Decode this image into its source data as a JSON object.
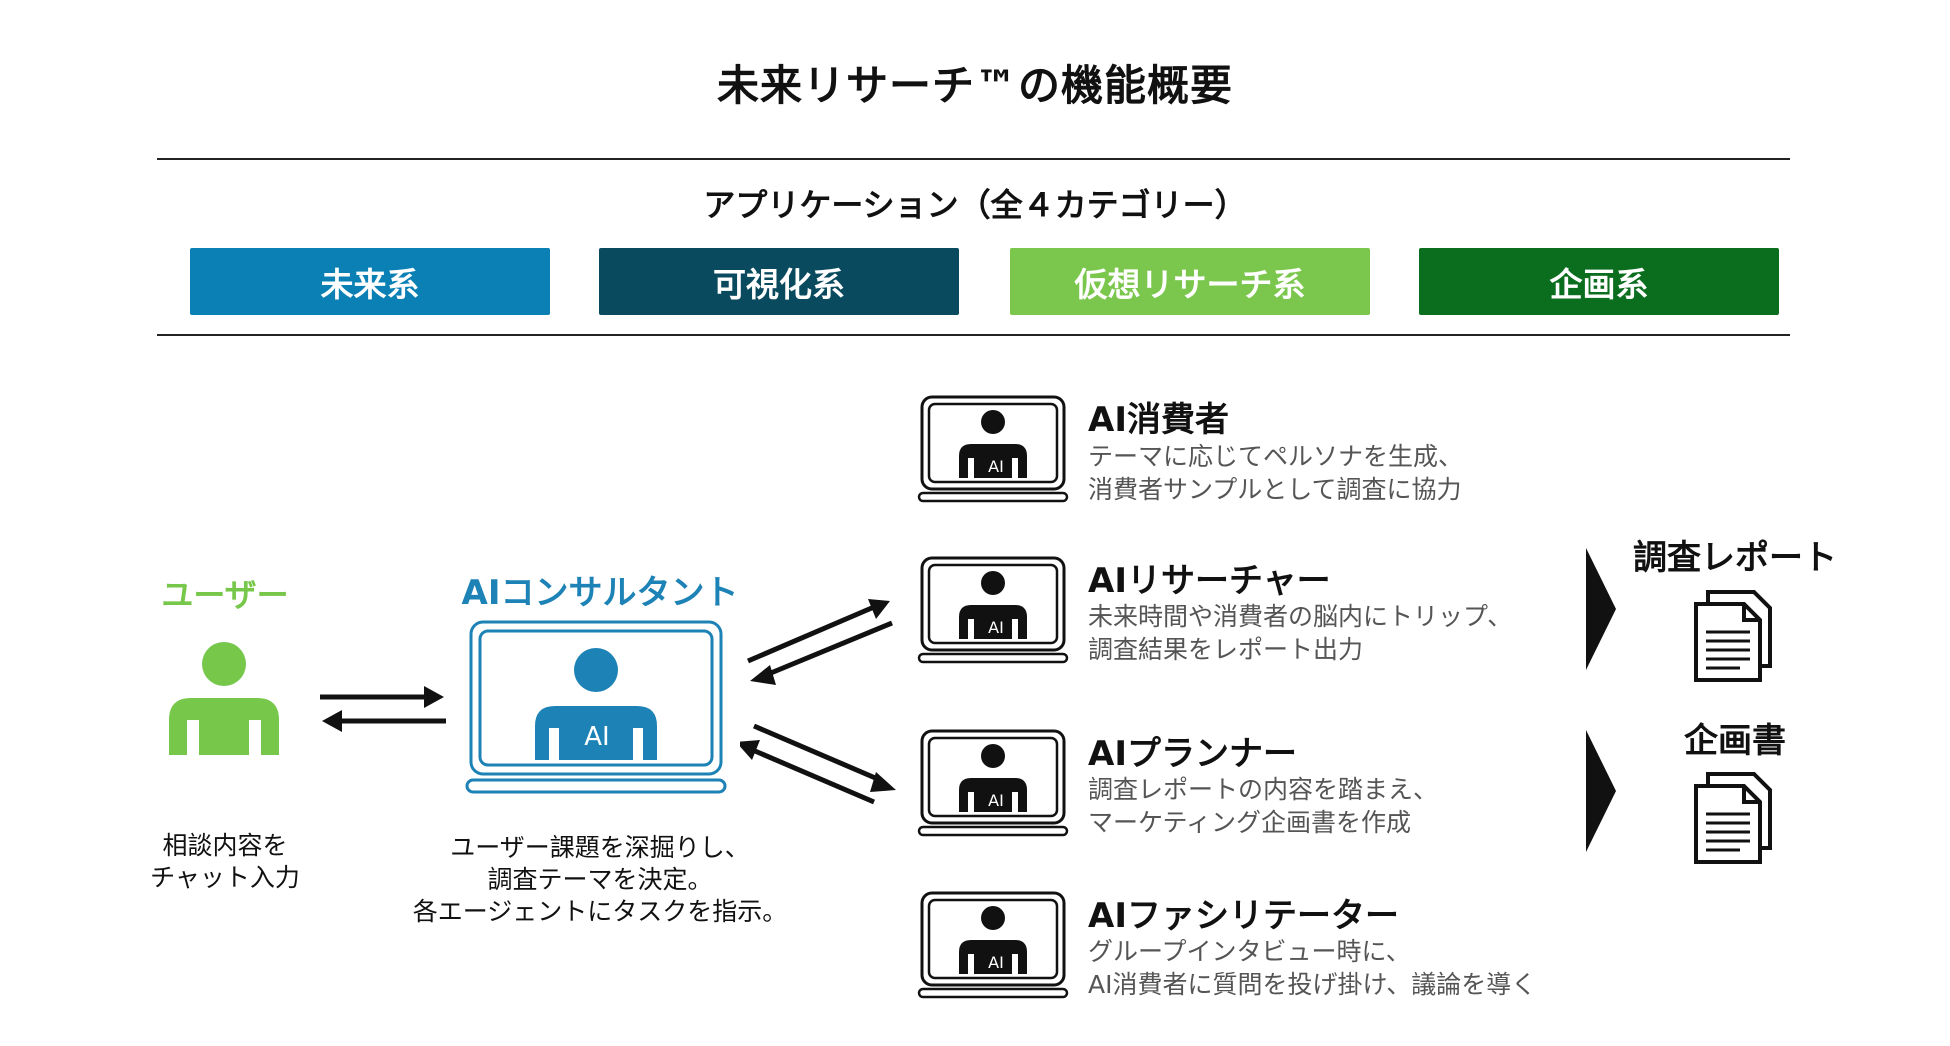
{
  "title": "未来リサーチ™の機能概要",
  "applications": {
    "heading": "アプリケーション（全４カテゴリー）",
    "categories": [
      {
        "label": "未来系",
        "color": "#0a80b5"
      },
      {
        "label": "可視化系",
        "color": "#0a4a5f"
      },
      {
        "label": "仮想リサーチ系",
        "color": "#7bc74d"
      },
      {
        "label": "企画系",
        "color": "#0b6e1e"
      }
    ]
  },
  "user": {
    "label": "ユーザー",
    "caption": "相談内容を\nチャット入力",
    "color": "#77c74a"
  },
  "consultant": {
    "label": "AIコンサルタント",
    "avatar_text": "AI",
    "caption": "ユーザー課題を深掘りし、\n調査テーマを決定。\n各エージェントにタスクを指示。",
    "color": "#1d82b6"
  },
  "agents": [
    {
      "name": "AI消費者",
      "avatar_text": "AI",
      "desc": "テーマに応じてペルソナを生成、\n消費者サンプルとして調査に協力"
    },
    {
      "name": "AIリサーチャー",
      "avatar_text": "AI",
      "desc": "未来時間や消費者の脳内にトリップ、\n調査結果をレポート出力"
    },
    {
      "name": "AIプランナー",
      "avatar_text": "AI",
      "desc": "調査レポートの内容を踏まえ、\nマーケティング企画書を作成"
    },
    {
      "name": "AIファシリテーター",
      "avatar_text": "AI",
      "desc": "グループインタビュー時に、\nAI消費者に質問を投げ掛け、議論を導く"
    }
  ],
  "outputs": [
    {
      "label": "調査レポート",
      "icon": "document-icon"
    },
    {
      "label": "企画書",
      "icon": "document-icon"
    }
  ]
}
